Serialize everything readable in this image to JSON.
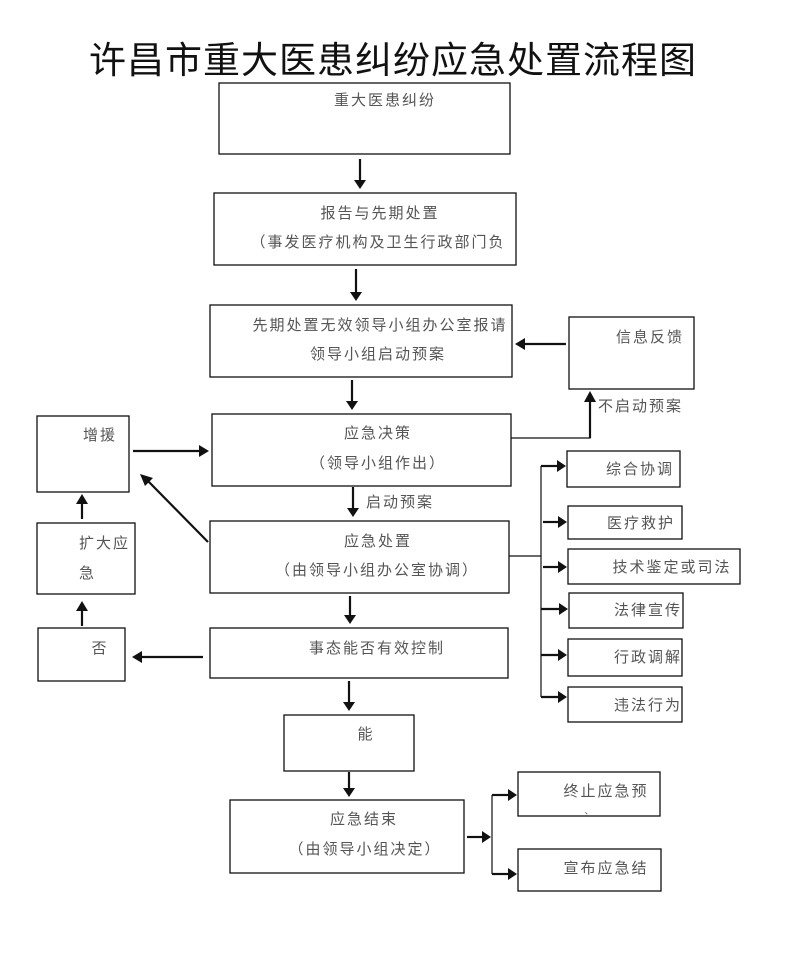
{
  "title": "许昌市重大医患纠纷应急处置流程图",
  "nodes": {
    "incident": {
      "lines": [
        "重大医患纠纷"
      ]
    },
    "report": {
      "lines": [
        "报告与先期处置",
        "（事发医疗机构及卫生行政部门负"
      ]
    },
    "request": {
      "lines": [
        "先期处置无效领导小组办公室报请",
        "领导小组启动预案"
      ]
    },
    "feedback": {
      "lines": [
        "信息反馈"
      ]
    },
    "decision": {
      "lines": [
        "应急决策",
        "（领导小组作出）"
      ]
    },
    "reinforce": {
      "lines": [
        "增援"
      ]
    },
    "handling": {
      "lines": [
        "应急处置",
        "（由领导小组办公室协调）"
      ]
    },
    "expand": {
      "lines": [
        "扩大应",
        "急"
      ]
    },
    "control": {
      "lines": [
        "事态能否有效控制"
      ]
    },
    "no": {
      "lines": [
        "否"
      ]
    },
    "yes": {
      "lines": [
        "能"
      ]
    },
    "end": {
      "lines": [
        "应急结束",
        "（由领导小组决定）"
      ]
    },
    "terminate": {
      "lines": [
        "终止应急预",
        "、"
      ]
    },
    "announce": {
      "lines": [
        "宣布应急结"
      ]
    }
  },
  "branches": [
    "综合协调",
    "医疗救护",
    "技术鉴定或司法",
    "法律宣传",
    "行政调解",
    "违法行为"
  ],
  "edge_labels": {
    "no_activate": "不启动预案",
    "activate": "启动预案"
  }
}
